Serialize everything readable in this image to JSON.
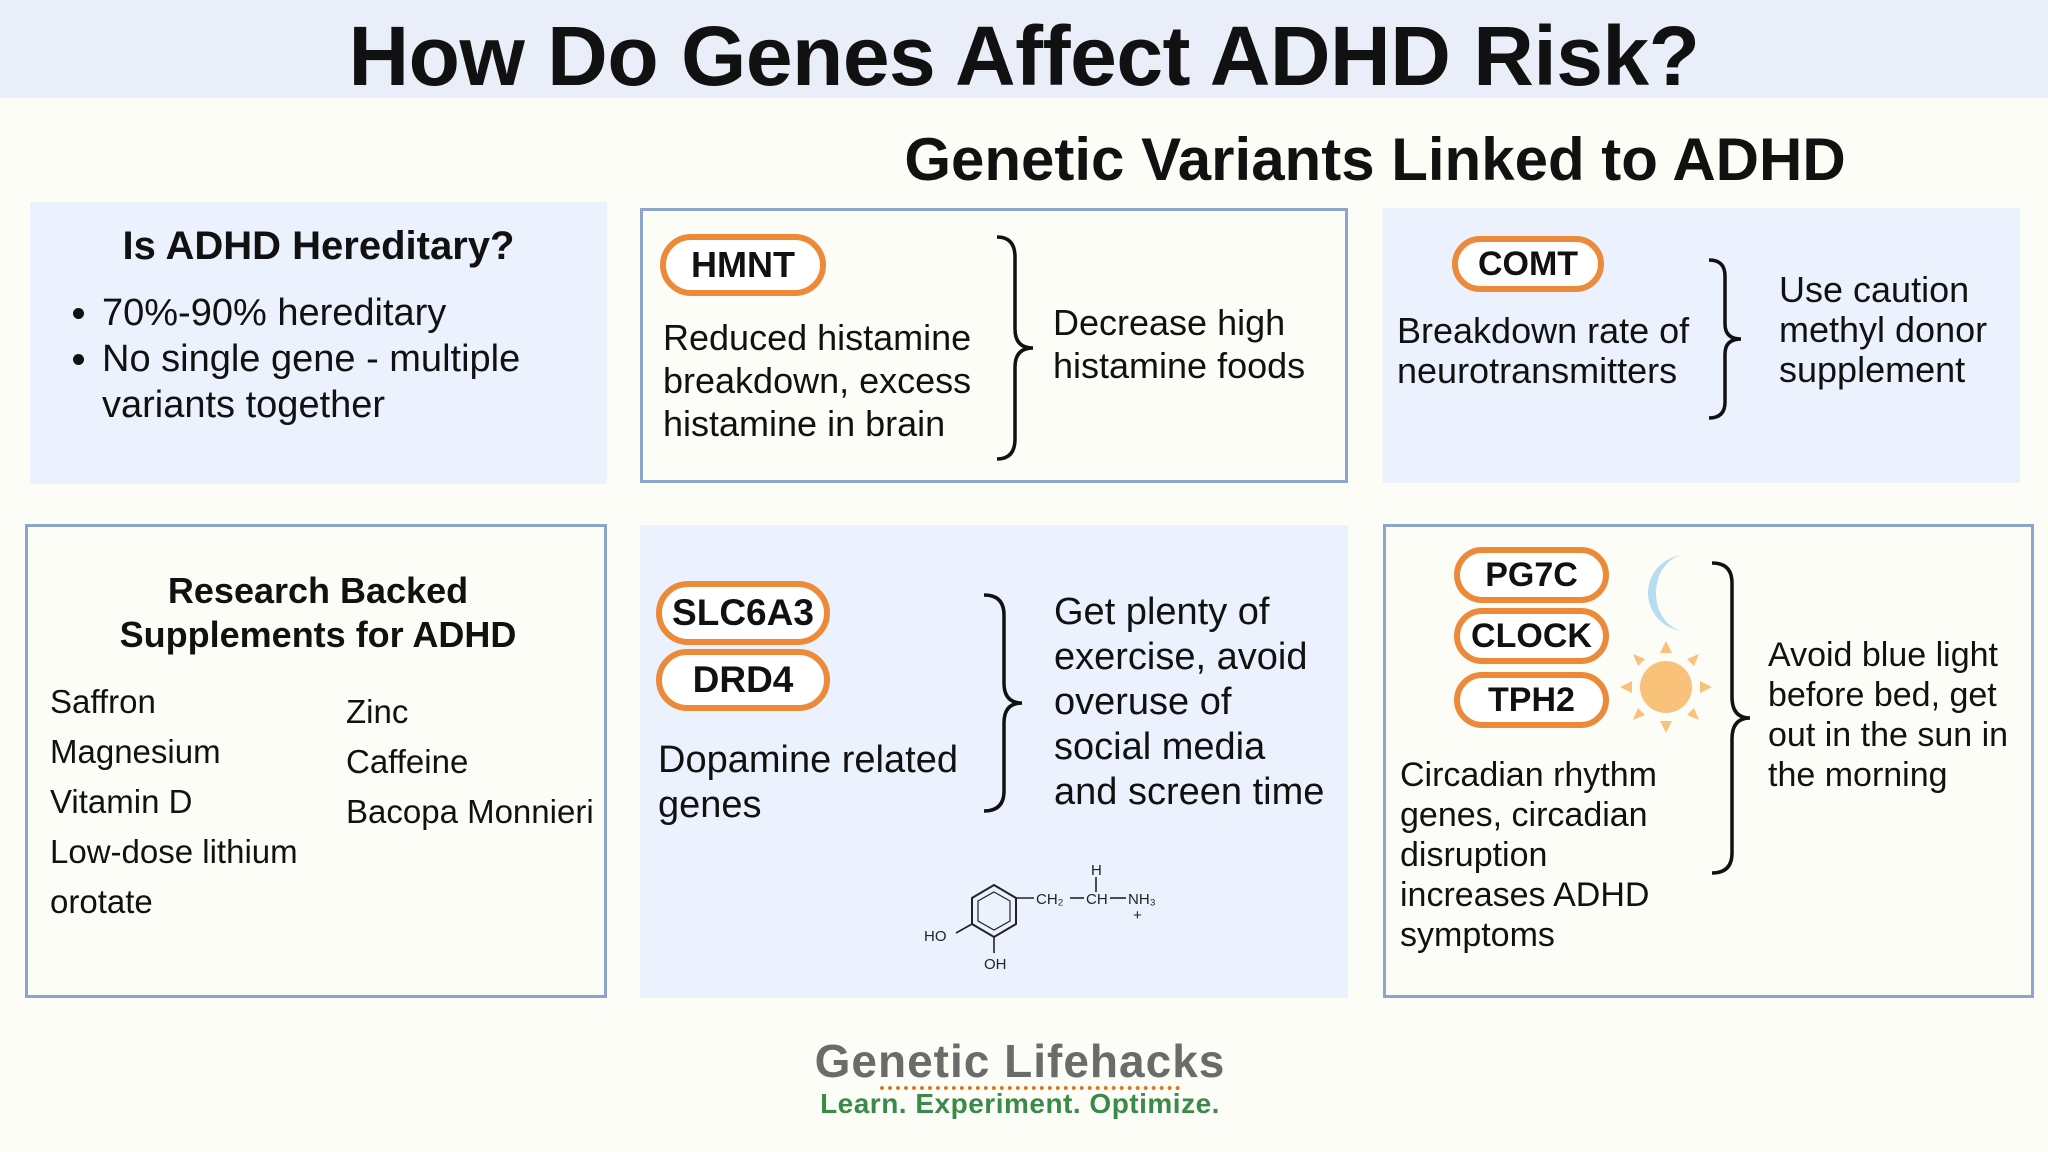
{
  "title": "How Do Genes Affect ADHD Risk?",
  "section_title": "Genetic Variants Linked to ADHD",
  "hereditary": {
    "heading": "Is ADHD Hereditary?",
    "bullets": [
      "70%-90% hereditary",
      "No single gene - multiple variants together"
    ]
  },
  "hmnt": {
    "gene": "HMNT",
    "description": "Reduced histamine breakdown, excess histamine in brain",
    "advice": "Decrease high histamine foods"
  },
  "comt": {
    "gene": "COMT",
    "description": "Breakdown rate of neurotransmitters",
    "advice": "Use caution methyl donor supplement"
  },
  "supplements": {
    "heading": "Research Backed Supplements for ADHD",
    "col1": [
      "Saffron",
      "Magnesium",
      "Vitamin D",
      "Low-dose lithium",
      "orotate"
    ],
    "col2": [
      "Zinc",
      "Caffeine",
      "Bacopa Monnieri"
    ]
  },
  "dopamine": {
    "genes": [
      "SLC6A3",
      "DRD4"
    ],
    "description": "Dopamine related genes",
    "advice": "Get plenty of exercise, avoid overuse of social media and screen time",
    "molecule_labels": {
      "h": "H",
      "ch2": "CH₂",
      "ch": "CH",
      "nh3": "NH₃",
      "plus": "+",
      "ho": "HO",
      "oh": "OH"
    }
  },
  "circadian": {
    "genes": [
      "PG7C",
      "CLOCK",
      "TPH2"
    ],
    "description": "Circadian rhythm genes, circadian disruption increases ADHD symptoms",
    "advice": "Avoid blue light before bed, get out in the sun in the morning",
    "icons": [
      "moon-icon",
      "sun-icon"
    ]
  },
  "logo": {
    "name": "Genetic Lifehacks",
    "tagline": "Learn. Experiment. Optimize."
  },
  "colors": {
    "pill_border": "#ec8a3a",
    "panel_fill": "#ebf2fd",
    "panel_border": "#8fa3cf",
    "moon": "#b8ddef",
    "sun": "#f8c27a",
    "tagline": "#3b8a4a"
  }
}
